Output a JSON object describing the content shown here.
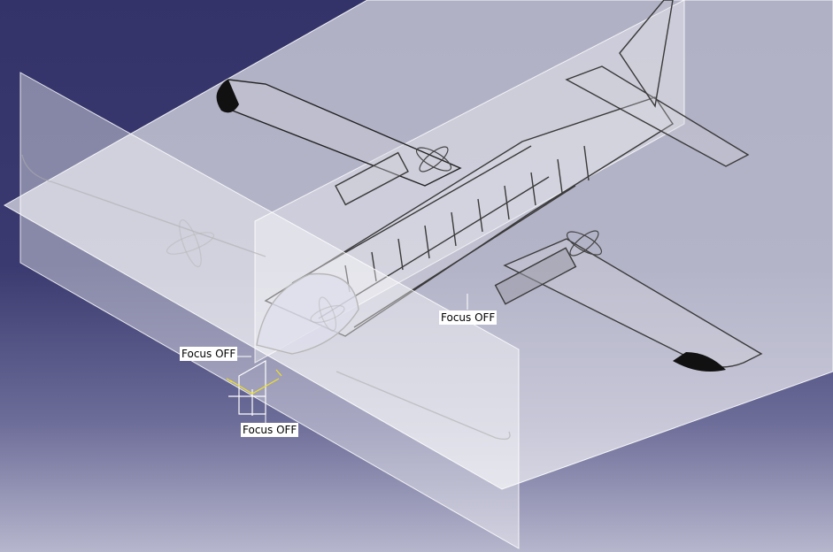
{
  "viewport": {
    "background_top": "#33336a",
    "background_bottom": "#b6b6cd",
    "plane_fill": "#ffffff",
    "selection_color": "#f0e020"
  },
  "scene": {
    "model": "aircraft-wireframe",
    "reference_planes": [
      "horizontal-plane",
      "vertical-plane-front",
      "vertical-plane-side"
    ],
    "icons": [
      "propeller-icon",
      "axis-triad-icon"
    ]
  },
  "labels": {
    "focus_right": "Focus OFF",
    "focus_left": "Focus OFF",
    "focus_bottom": "Focus OFF"
  }
}
